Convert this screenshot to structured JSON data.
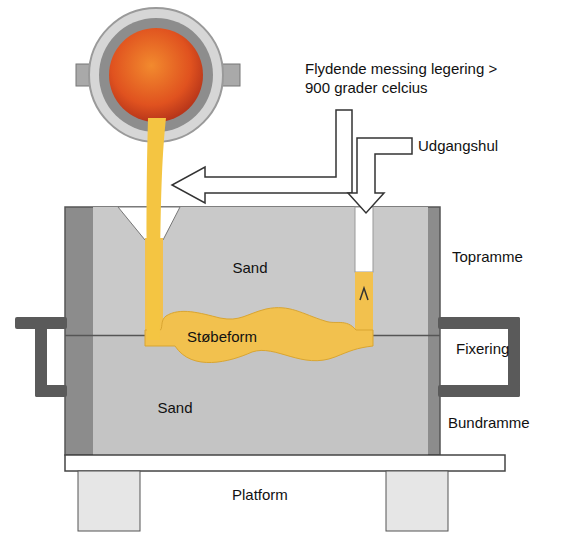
{
  "diagram": {
    "nodes": [
      {
        "text": [
          "Sand"
        ]
      },
      {
        "text": [
          "Støbeform"
        ]
      },
      {
        "text": [
          "Sand"
        ]
      }
    ],
    "labels": [
      "Flydende messing legering > 900 grader celcius",
      "Udgangshul",
      "Topramme",
      "Fixering",
      "Bundramme",
      "Platform"
    ]
  }
}
